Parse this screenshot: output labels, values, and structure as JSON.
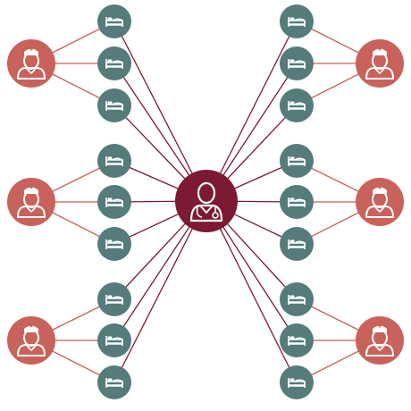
{
  "colors": {
    "background": "#ffffff",
    "doctor": "#7b1a32",
    "nurse": "#c8625a",
    "bed": "#557b7b",
    "doctor_link": "#7b1a32",
    "nurse_link": "#c8625a",
    "icon_fill": "#ffffff"
  },
  "icons": {
    "doctor": "doctor-icon",
    "nurse": "nurse-icon",
    "bed": "bed-icon"
  },
  "doctor": {
    "name": "doctor"
  },
  "nurses": [
    {
      "name": "nurse-top-left",
      "beds": [
        "bed-l1",
        "bed-l2",
        "bed-l3"
      ]
    },
    {
      "name": "nurse-middle-left",
      "beds": [
        "bed-l4",
        "bed-l5",
        "bed-l6"
      ]
    },
    {
      "name": "nurse-bottom-left",
      "beds": [
        "bed-l7",
        "bed-l8",
        "bed-l9"
      ]
    },
    {
      "name": "nurse-top-right",
      "beds": [
        "bed-r1",
        "bed-r2",
        "bed-r3"
      ]
    },
    {
      "name": "nurse-middle-right",
      "beds": [
        "bed-r4",
        "bed-r5",
        "bed-r6"
      ]
    },
    {
      "name": "nurse-bottom-right",
      "beds": [
        "bed-r7",
        "bed-r8",
        "bed-r9"
      ]
    }
  ]
}
